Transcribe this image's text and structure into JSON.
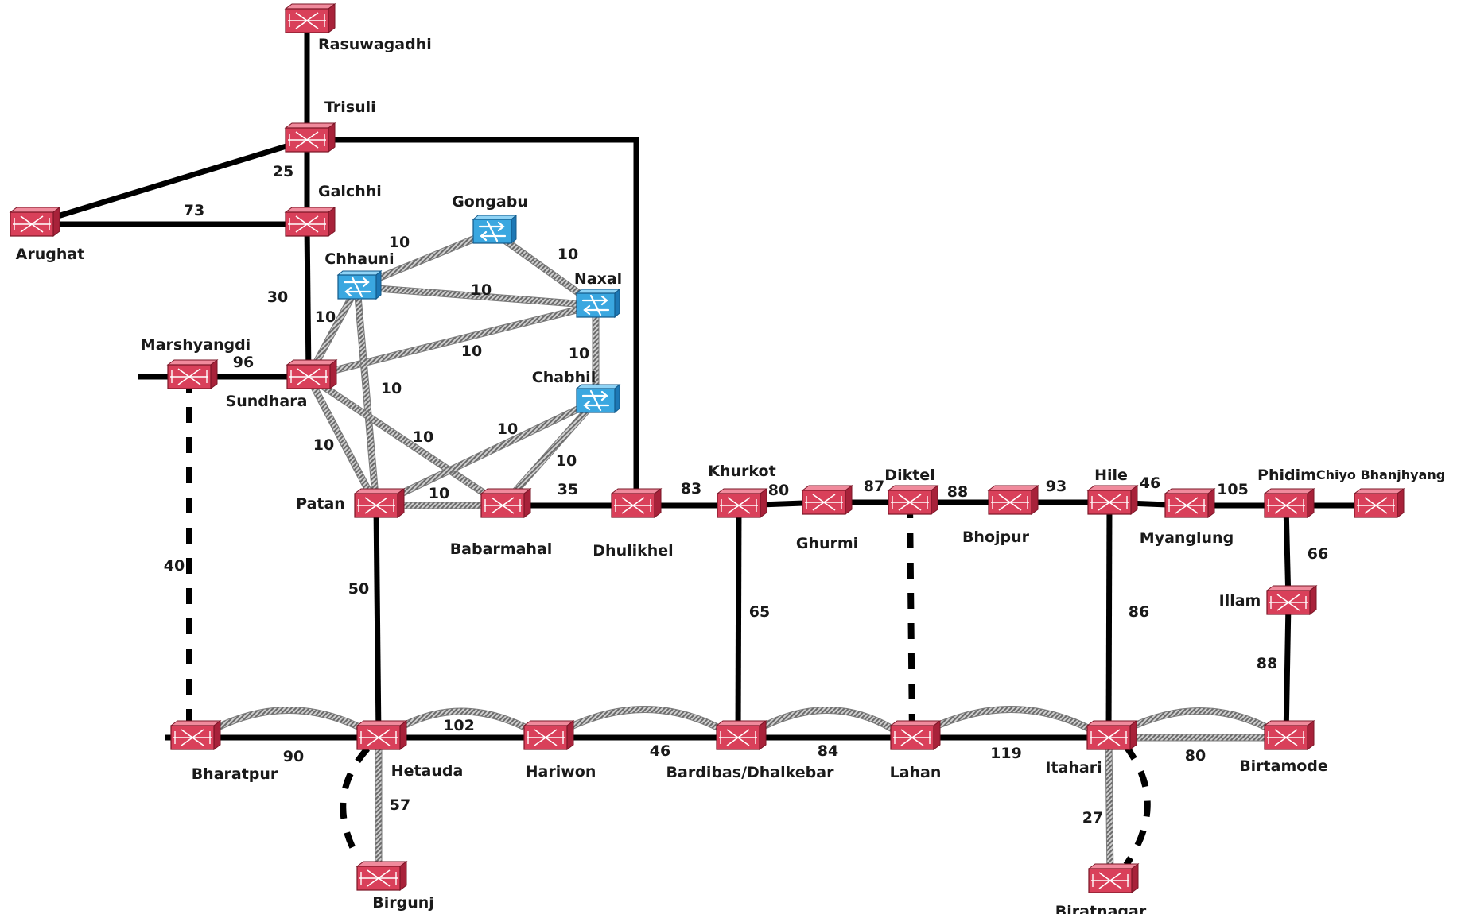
{
  "colors": {
    "router_face": "#d9405a",
    "router_dark": "#a8223a",
    "router_light": "#f08a9c",
    "switch_face": "#3aa7e0",
    "switch_dark": "#1d78b5",
    "line_solid": "#000000",
    "line_striped": "#888888"
  },
  "nodes": {
    "rasuwagadhi": {
      "label": "Rasuwagadhi",
      "type": "router"
    },
    "trisuli": {
      "label": "Trisuli",
      "type": "router"
    },
    "galchhi": {
      "label": "Galchhi",
      "type": "router"
    },
    "arughat": {
      "label": "Arughat",
      "type": "router"
    },
    "marshyangdi": {
      "label": "Marshyangdi",
      "type": "router"
    },
    "sundhara": {
      "label": "Sundhara",
      "type": "router"
    },
    "chhauni": {
      "label": "Chhauni",
      "type": "switch"
    },
    "gongabu": {
      "label": "Gongabu",
      "type": "switch"
    },
    "naxal": {
      "label": "Naxal",
      "type": "switch"
    },
    "chabhil": {
      "label": "Chabhil",
      "type": "switch"
    },
    "patan": {
      "label": "Patan",
      "type": "router"
    },
    "babarmahal": {
      "label": "Babarmahal",
      "type": "router"
    },
    "dhulikhel": {
      "label": "Dhulikhel",
      "type": "router"
    },
    "khurkot": {
      "label": "Khurkot",
      "type": "router"
    },
    "ghurmi": {
      "label": "Ghurmi",
      "type": "router"
    },
    "diktel": {
      "label": "Diktel",
      "type": "router"
    },
    "bhojpur": {
      "label": "Bhojpur",
      "type": "router"
    },
    "hile": {
      "label": "Hile",
      "type": "router"
    },
    "myanglung": {
      "label": "Myanglung",
      "type": "router"
    },
    "phidim": {
      "label": "Phidim",
      "type": "router"
    },
    "chiyo": {
      "label": "Chiyo Bhanjhyang",
      "type": "router"
    },
    "illam": {
      "label": "Illam",
      "type": "router"
    },
    "bharatpur": {
      "label": "Bharatpur",
      "type": "router"
    },
    "hetauda": {
      "label": "Hetauda",
      "type": "router"
    },
    "hariwon": {
      "label": "Hariwon",
      "type": "router"
    },
    "bardibas": {
      "label": "Bardibas/Dhalkebar",
      "type": "router"
    },
    "lahan": {
      "label": "Lahan",
      "type": "router"
    },
    "itahari": {
      "label": "Itahari",
      "type": "router"
    },
    "birtamode": {
      "label": "Birtamode",
      "type": "router"
    },
    "birgunj": {
      "label": "Birgunj",
      "type": "router"
    },
    "biratnagar": {
      "label": "Biratnagar",
      "type": "router"
    }
  },
  "links": [
    {
      "from": "rasuwagadhi",
      "to": "trisuli",
      "style": "solid",
      "label": ""
    },
    {
      "from": "trisuli",
      "to": "galchhi",
      "style": "solid",
      "label": "25"
    },
    {
      "from": "trisuli",
      "to": "arughat",
      "style": "solid",
      "label": ""
    },
    {
      "from": "galchhi",
      "to": "arughat",
      "style": "solid",
      "label": "73"
    },
    {
      "from": "trisuli",
      "to": "dhulikhel",
      "style": "solid",
      "label": ""
    },
    {
      "from": "galchhi",
      "to": "sundhara",
      "style": "solid",
      "label": "30"
    },
    {
      "from": "marshyangdi",
      "to": "sundhara",
      "style": "solid",
      "label": "96"
    },
    {
      "from": "marshyangdi",
      "to": "bharatpur",
      "style": "dashed",
      "label": "40"
    },
    {
      "from": "chhauni",
      "to": "gongabu",
      "style": "striped",
      "label": "10"
    },
    {
      "from": "gongabu",
      "to": "naxal",
      "style": "striped",
      "label": "10"
    },
    {
      "from": "chhauni",
      "to": "naxal",
      "style": "striped",
      "label": "10"
    },
    {
      "from": "chhauni",
      "to": "sundhara",
      "style": "striped",
      "label": "10"
    },
    {
      "from": "naxal",
      "to": "sundhara",
      "style": "striped",
      "label": "10"
    },
    {
      "from": "naxal",
      "to": "chabhil",
      "style": "striped",
      "label": "10"
    },
    {
      "from": "chhauni",
      "to": "patan",
      "style": "striped",
      "label": "10"
    },
    {
      "from": "sundhara",
      "to": "patan",
      "style": "striped",
      "label": "10"
    },
    {
      "from": "sundhara",
      "to": "babarmahal",
      "style": "striped",
      "label": "10"
    },
    {
      "from": "chabhil",
      "to": "patan",
      "style": "striped",
      "label": "10"
    },
    {
      "from": "chabhil",
      "to": "babarmahal",
      "style": "striped",
      "label": "10"
    },
    {
      "from": "patan",
      "to": "babarmahal",
      "style": "striped",
      "label": "10"
    },
    {
      "from": "babarmahal",
      "to": "dhulikhel",
      "style": "solid",
      "label": "35"
    },
    {
      "from": "dhulikhel",
      "to": "khurkot",
      "style": "solid",
      "label": "83"
    },
    {
      "from": "khurkot",
      "to": "ghurmi",
      "style": "solid",
      "label": "80"
    },
    {
      "from": "ghurmi",
      "to": "diktel",
      "style": "solid",
      "label": "87"
    },
    {
      "from": "diktel",
      "to": "bhojpur",
      "style": "solid",
      "label": "88"
    },
    {
      "from": "bhojpur",
      "to": "hile",
      "style": "solid",
      "label": "93"
    },
    {
      "from": "hile",
      "to": "myanglung",
      "style": "solid",
      "label": "46"
    },
    {
      "from": "myanglung",
      "to": "phidim",
      "style": "solid",
      "label": "105"
    },
    {
      "from": "phidim",
      "to": "chiyo",
      "style": "solid",
      "label": ""
    },
    {
      "from": "phidim",
      "to": "illam",
      "style": "solid",
      "label": "66"
    },
    {
      "from": "illam",
      "to": "birtamode",
      "style": "solid",
      "label": "88"
    },
    {
      "from": "patan",
      "to": "hetauda",
      "style": "solid",
      "label": "50"
    },
    {
      "from": "khurkot",
      "to": "bardibas",
      "style": "solid",
      "label": "65"
    },
    {
      "from": "diktel",
      "to": "lahan",
      "style": "dashed",
      "label": ""
    },
    {
      "from": "hile",
      "to": "itahari",
      "style": "solid",
      "label": "86"
    },
    {
      "from": "bharatpur",
      "to": "hetauda",
      "style": "solid",
      "label": "90"
    },
    {
      "from": "hetauda",
      "to": "hariwon",
      "style": "solid",
      "label": "102"
    },
    {
      "from": "hariwon",
      "to": "bardibas",
      "style": "solid",
      "label": "46"
    },
    {
      "from": "bardibas",
      "to": "lahan",
      "style": "solid",
      "label": "84"
    },
    {
      "from": "lahan",
      "to": "itahari",
      "style": "solid",
      "label": "119"
    },
    {
      "from": "itahari",
      "to": "birtamode",
      "style": "striped",
      "label": "80"
    },
    {
      "from": "hetauda",
      "to": "birgunj",
      "style": "striped",
      "label": "57"
    },
    {
      "from": "itahari",
      "to": "biratnagar",
      "style": "striped",
      "label": "27"
    }
  ]
}
